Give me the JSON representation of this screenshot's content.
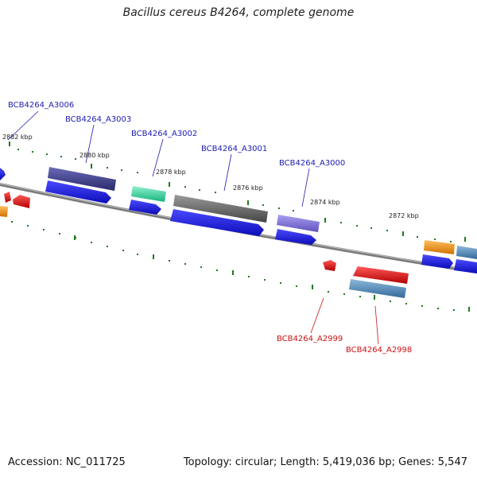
{
  "title": "Bacillus cereus B4264, complete genome",
  "footer": {
    "accession": "Accession: NC_011725",
    "summary": "Topology: circular; Length: 5,419,036 bp; Genes: 5,547"
  },
  "ticks": [
    "2882 kbp",
    "2880 kbp",
    "2878 kbp",
    "2876 kbp",
    "2874 kbp",
    "2872 kbp"
  ],
  "genes_forward": [
    "BCB4264_A3006",
    "BCB4264_A3003",
    "BCB4264_A3002",
    "BCB4264_A3001",
    "BCB4264_A3000"
  ],
  "genes_reverse": [
    "BCB4264_A2999",
    "BCB4264_A2998"
  ],
  "colors": {
    "forward_label": "#1c1cb0",
    "reverse_label": "#cc1111",
    "cds_blue": "#1a1ae6",
    "backbone": "#7a7a7a",
    "tick_green": "#1f7a1f",
    "feature_navy": "#3d3d8a",
    "feature_teal": "#22d49a",
    "feature_gray": "#5e5e5e",
    "feature_lavender": "#7b6fd6",
    "feature_red": "#e01010",
    "feature_steel": "#4f86b8",
    "feature_orange": "#f0900c"
  }
}
